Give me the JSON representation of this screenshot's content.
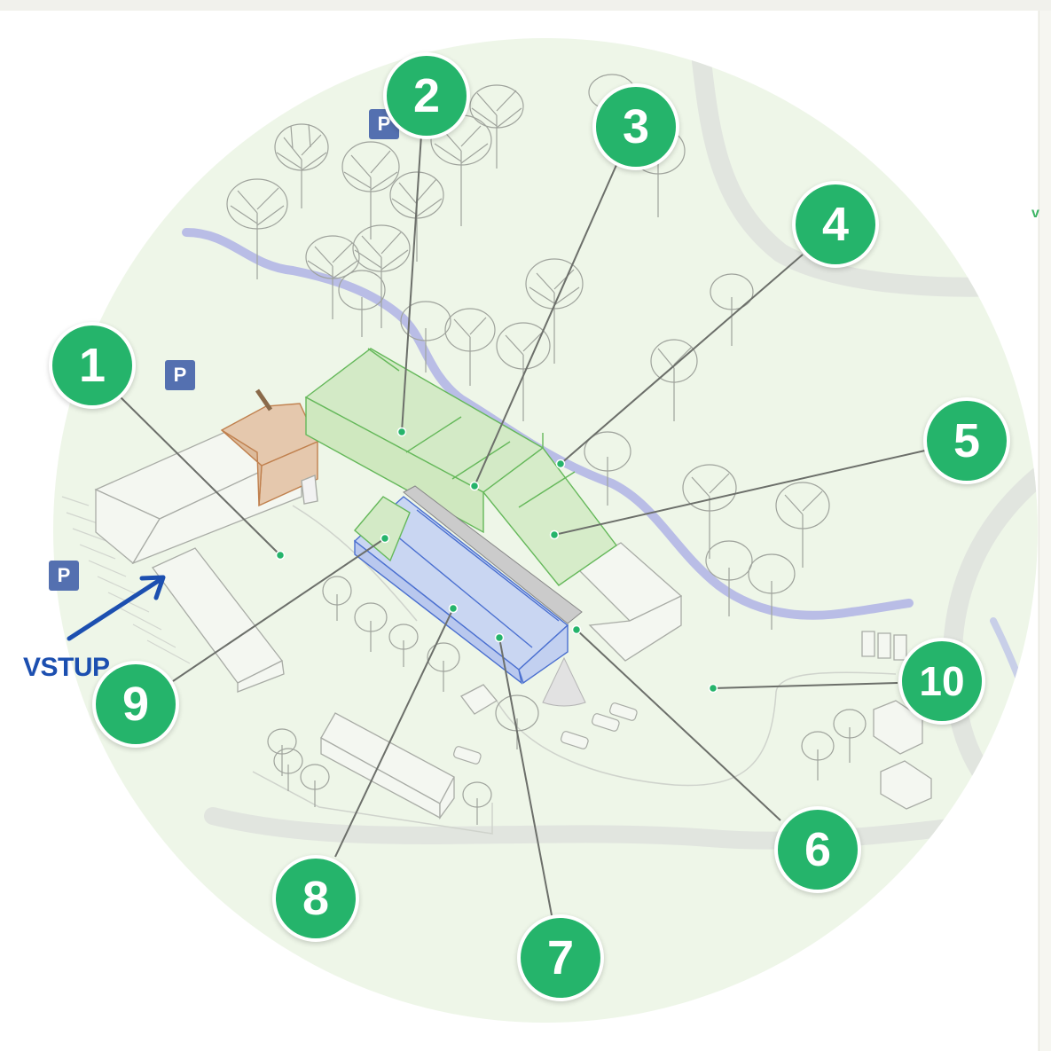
{
  "map": {
    "pins": [
      {
        "id": "pin-1",
        "label": "1"
      },
      {
        "id": "pin-2",
        "label": "2"
      },
      {
        "id": "pin-3",
        "label": "3"
      },
      {
        "id": "pin-4",
        "label": "4"
      },
      {
        "id": "pin-5",
        "label": "5"
      },
      {
        "id": "pin-6",
        "label": "6"
      },
      {
        "id": "pin-7",
        "label": "7"
      },
      {
        "id": "pin-8",
        "label": "8"
      },
      {
        "id": "pin-9",
        "label": "9"
      },
      {
        "id": "pin-10",
        "label": "10"
      }
    ],
    "parking_label": "P",
    "entry_label": "VSTUP",
    "colors": {
      "pin": "#25b46b",
      "green_building": "#cfe8bf",
      "blue_building": "#c9d6f2",
      "brown_building": "#e5c8ad",
      "grey_roof": "#c9c9c9",
      "river": "#b9bde6",
      "parking": "#5470b0",
      "entry": "#1c4fb0",
      "ground": "#eef6e8"
    }
  }
}
